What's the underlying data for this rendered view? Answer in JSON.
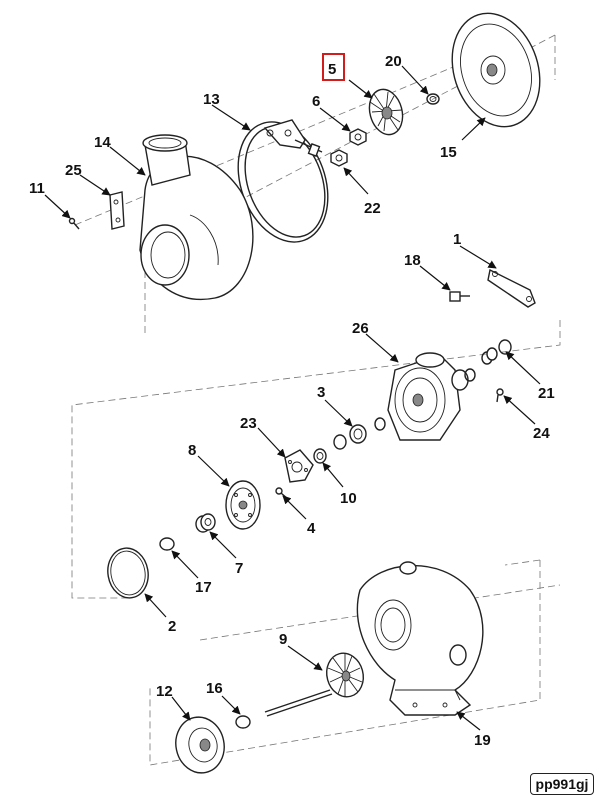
{
  "labels": {
    "p1": "1",
    "p2": "2",
    "p3": "3",
    "p4": "4",
    "p5": "5",
    "p6": "6",
    "p7": "7",
    "p8": "8",
    "p9": "9",
    "p10": "10",
    "p11": "11",
    "p12": "12",
    "p13": "13",
    "p14": "14",
    "p15": "15",
    "p16": "16",
    "p17": "17",
    "p18": "18",
    "p19": "19",
    "p20": "20",
    "p21": "21",
    "p22": "22",
    "p23": "23",
    "p24": "24",
    "p25": "25",
    "p26": "26"
  },
  "reference_code": "pp991gj",
  "highlight_color": "#d21d1d"
}
